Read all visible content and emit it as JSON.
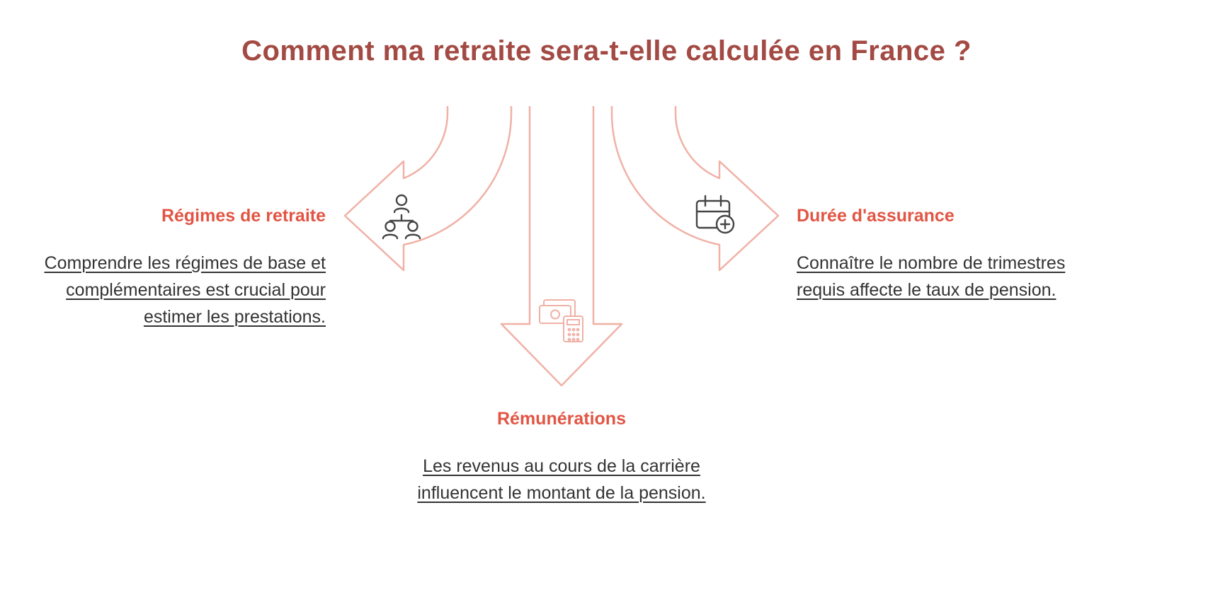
{
  "title": "Comment ma retraite sera-t-elle calculée en France ?",
  "colors": {
    "title": "#a24a43",
    "accent": "#e25544",
    "body": "#333333",
    "arrow": "#f0b1a6",
    "icon": "#454545"
  },
  "branches": {
    "left": {
      "label": "Régimes de retraite",
      "description": "Comprendre les régimes de base et complémentaires est crucial pour estimer les prestations.",
      "icon": "org-chart-people-icon"
    },
    "right": {
      "label": "Durée d'assurance",
      "description": "Connaître le nombre de trimestres requis affecte le taux de pension.",
      "icon": "calendar-plus-icon"
    },
    "bottom": {
      "label": "Rémunérations",
      "description": "Les revenus au cours de la carrière influencent le montant de la pension.",
      "icon": "money-calculator-icon"
    }
  }
}
